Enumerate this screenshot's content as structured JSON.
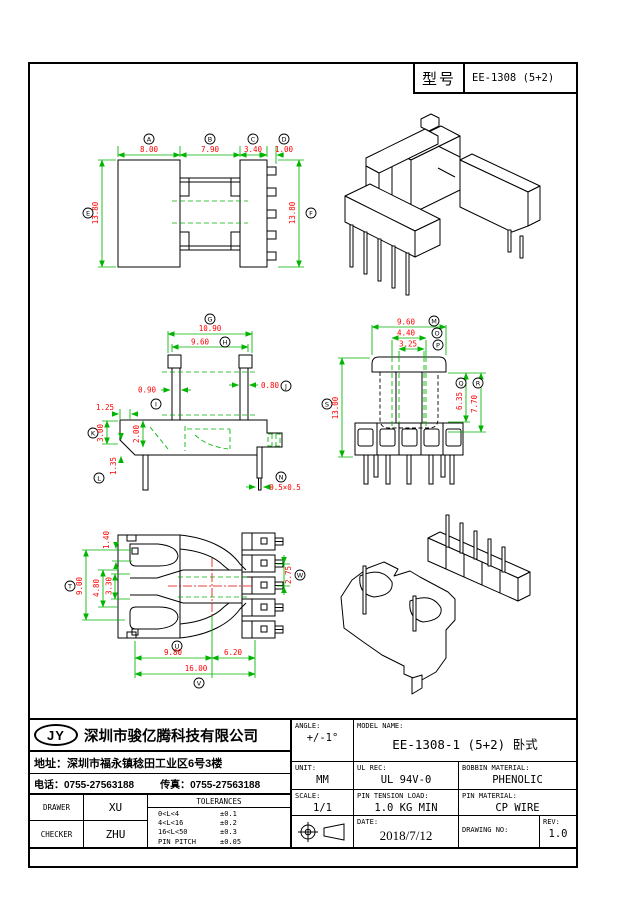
{
  "header": {
    "model_label": "型号",
    "model_value": "EE-1308 (5+2)"
  },
  "views": {
    "side": {
      "a": {
        "letter": "A",
        "value": "8.00"
      },
      "b": {
        "letter": "B",
        "value": "7.90"
      },
      "c": {
        "letter": "C",
        "value": "3.40"
      },
      "d": {
        "letter": "D",
        "value": "1.00"
      },
      "e": {
        "letter": "E",
        "value": "13.80"
      },
      "f": {
        "letter": "F",
        "value": "13.80"
      }
    },
    "section": {
      "g": {
        "letter": "G",
        "value": "10.90"
      },
      "h": {
        "letter": "H",
        "value": "9.60"
      },
      "i": {
        "letter": "I",
        "value": "0.90"
      },
      "j": {
        "letter": "J",
        "value": "0.80"
      },
      "k": {
        "letter": "K",
        "value": "3.00"
      },
      "l": {
        "letter": "L",
        "value": "1.35"
      },
      "n": {
        "letter": "N",
        "value": "0.5×0.5"
      },
      "top_inset": "1.25",
      "depth": "2.00"
    },
    "front": {
      "m": {
        "letter": "M",
        "value": "9.60"
      },
      "o": {
        "letter": "O",
        "value": "4.40"
      },
      "p": {
        "letter": "P",
        "value": "3.25"
      },
      "q": {
        "letter": "Q",
        "value": "6.35"
      },
      "r": {
        "letter": "R",
        "value": "7.70"
      },
      "s": {
        "letter": "S",
        "value": "13.00"
      }
    },
    "top": {
      "t": {
        "letter": "T",
        "value": "9.00"
      },
      "u": {
        "letter": "U",
        "value": "9.80"
      },
      "v": {
        "letter": "V",
        "value": "16.00"
      },
      "w": {
        "letter": "W",
        "value": "2.75"
      },
      "slot": "1.40",
      "width_480": "4.80",
      "width_330": "3.30",
      "pin_len": "6.20"
    }
  },
  "title_block": {
    "logo": "JY",
    "company": "深圳市骏亿腾科技有限公司",
    "address_label": "地址：",
    "address_value": "深圳市福永镇稔田工业区6号3楼",
    "phone_label": "电话：",
    "phone_value": "0755-27563188",
    "fax_label": "传真：",
    "fax_value": "0755-27563188",
    "drawer_label": "DRAWER",
    "drawer_value": "XU",
    "checker_label": "CHECKER",
    "checker_value": "ZHU",
    "tolerances_title": "TOLERANCES",
    "tolerances": [
      {
        "range": "0<L<4",
        "tol": "±0.1"
      },
      {
        "range": "4<L<16",
        "tol": "±0.2"
      },
      {
        "range": "16<L<50",
        "tol": "±0.3"
      },
      {
        "range": "PIN PITCH",
        "tol": "±0.05"
      }
    ],
    "angle_label": "ANGLE:",
    "angle_value": "+/-1°",
    "model_name_label": "MODEL NAME:",
    "model_name_value": "EE-1308-1 (5+2) 卧式",
    "unit_label": "UNIT:",
    "unit_value": "MM",
    "ul_label": "UL REC:",
    "ul_value": "UL 94V-0",
    "bobbin_material_label": "BOBBIN MATERIAL:",
    "bobbin_material_value": "PHENOLIC",
    "scale_label": "SCALE:",
    "scale_value": "1/1",
    "pin_tension_label": "PIN TENSION LOAD:",
    "pin_tension_value": "1.0 KG MIN",
    "pin_material_label": "PIN MATERIAL:",
    "pin_material_value": "CP WIRE",
    "date_label": "DATE:",
    "date_value": "2018/7/12",
    "drawing_no_label": "DRAWING NO:",
    "rev_label": "REV:",
    "rev_value": "1.0"
  }
}
